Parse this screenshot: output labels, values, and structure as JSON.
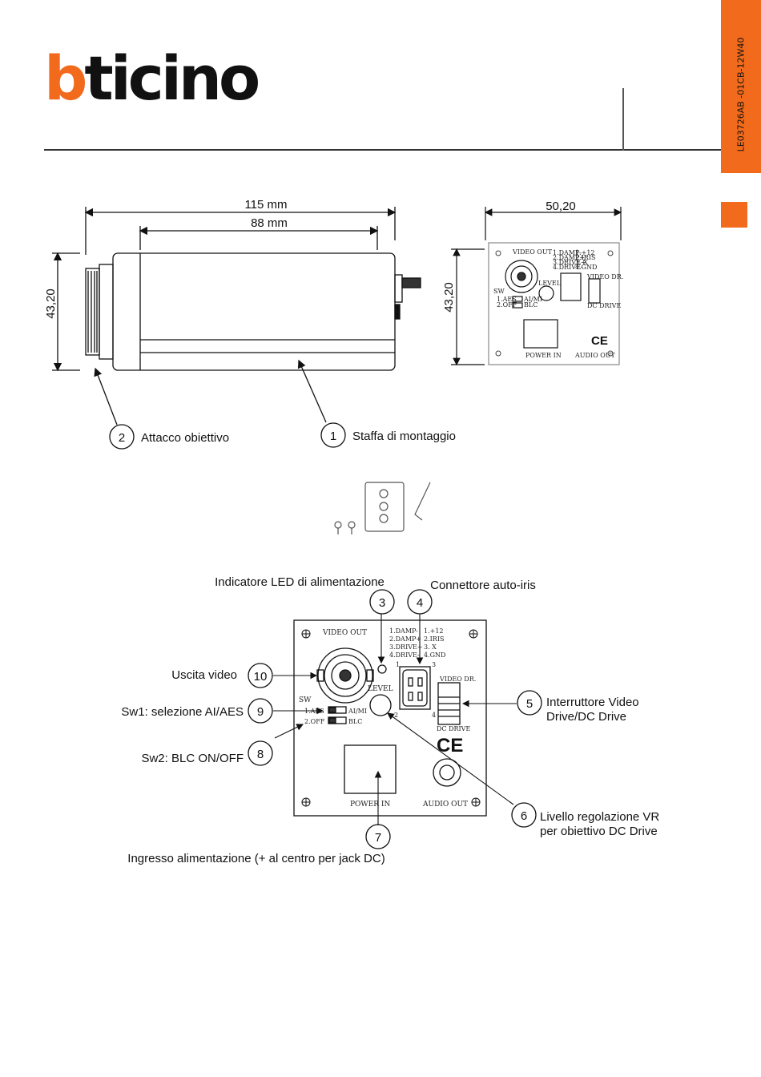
{
  "brand": "bticino",
  "doc_code": "LE03726AB -01CB-12W40",
  "side_view": {
    "dim_total": "115 mm",
    "dim_body": "88 mm",
    "dim_height": "43,20",
    "callouts": [
      {
        "num": "2",
        "label": "Attacco obiettivo"
      },
      {
        "num": "1",
        "label": "Staffa di montaggio"
      }
    ]
  },
  "rear_small": {
    "dim_width": "50,20",
    "dim_height": "43,20",
    "panel": {
      "video_out": "VIDEO OUT",
      "level": "LEVEL",
      "sw": "SW",
      "sw1": "1.AES",
      "sw2": "2.OFF",
      "ai_mi": "AI/MI",
      "blc": "BLC",
      "pin_labels": [
        "1.DAMP-",
        "2.DAMP+",
        "3.DRIVE+",
        "4.DRIVE-"
      ],
      "pin_values": [
        "1.+12",
        "2.IRIS",
        "3. X",
        "4.GND"
      ],
      "video_dr": "VIDEO DR.",
      "dc_drive": "DC DRIVE",
      "power_in": "POWER IN",
      "audio_out": "AUDIO OUT",
      "ce": "CE"
    }
  },
  "rear_large": {
    "panel": {
      "video_out": "VIDEO OUT",
      "level": "LEVEL",
      "sw": "SW",
      "sw1": "1.AES",
      "sw2": "2.OFF",
      "ai_mi": "AI/MI",
      "blc": "BLC",
      "pin_labels": [
        "1.DAMP-",
        "2.DAMP+",
        "3.DRIVE+",
        "4.DRIVE-"
      ],
      "pin_values": [
        "1.+12",
        "2.IRIS",
        "3. X",
        "4.GND"
      ],
      "pin_nums": [
        "1",
        "3",
        "2",
        "4"
      ],
      "video_dr": "VIDEO DR.",
      "dc_drive": "DC DRIVE",
      "power_in": "POWER IN",
      "audio_out": "AUDIO OUT",
      "ce": "CE"
    },
    "callouts": {
      "c3": {
        "num": "3",
        "label": "Indicatore LED di alimentazione"
      },
      "c4": {
        "num": "4",
        "label": "Connettore auto-iris"
      },
      "c10": {
        "num": "10",
        "label": "Uscita video"
      },
      "c9": {
        "num": "9",
        "label": "Sw1: selezione AI/AES"
      },
      "c8": {
        "num": "8",
        "label": "Sw2: BLC ON/OFF"
      },
      "c5": {
        "num": "5",
        "label1": "Interruttore Video",
        "label2": "Drive/DC Drive"
      },
      "c6": {
        "num": "6",
        "label1": "Livello regolazione VR",
        "label2": "per obiettivo DC Drive"
      },
      "c7": {
        "num": "7",
        "label": "Ingresso alimentazione (+ al centro per jack DC)"
      }
    }
  }
}
